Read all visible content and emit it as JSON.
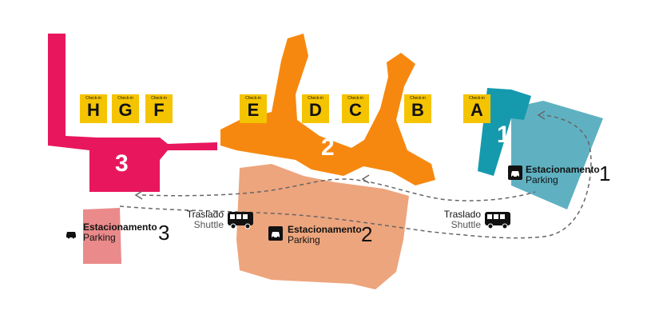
{
  "terminals": [
    {
      "id": "3",
      "label": "3",
      "color": "#e8175d"
    },
    {
      "id": "2",
      "label": "2",
      "color": "#f7880f"
    },
    {
      "id": "1",
      "label": "1",
      "color": "#159aad"
    }
  ],
  "checkin": {
    "header": "Check-in",
    "counters": [
      "H",
      "G",
      "F",
      "E",
      "D",
      "C",
      "B",
      "A"
    ],
    "color": "#f5c400"
  },
  "parkings": [
    {
      "title": "Estacionamento",
      "subtitle": "Parking",
      "number": "1",
      "color": "#5fb1c2"
    },
    {
      "title": "Estacionamento",
      "subtitle": "Parking",
      "number": "2",
      "color": "#eda57d"
    },
    {
      "title": "Estacionamento",
      "subtitle": "Parking",
      "number": "3",
      "color": "#ea8a8a"
    }
  ],
  "shuttles": [
    {
      "title": "Traslado",
      "subtitle": "Shuttle"
    },
    {
      "title": "Traslado",
      "subtitle": "Shuttle"
    }
  ],
  "icons": [
    "car-icon",
    "bus-icon",
    "checkin-person-icon"
  ]
}
